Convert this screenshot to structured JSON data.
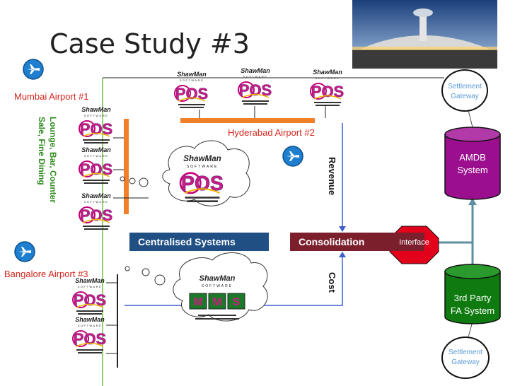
{
  "slide": {
    "title": "Case Study #3"
  },
  "airports": {
    "mumbai": "Mumbai Airport #1",
    "hyderabad": "Hyderabad Airport #2",
    "bangalore": "Bangalore Airport #3"
  },
  "mumbai_outlets": [
    "Lounge, Bar, Counter",
    "Sale, Fine Dining"
  ],
  "flows": {
    "revenue": "Revenue",
    "cost": "Cost"
  },
  "systems": {
    "centralised": "Centralised Systems",
    "consolidation": "Consolidation",
    "interface": "Interface",
    "amdb": [
      "AMDB",
      "System"
    ],
    "third_party": [
      "3rd Party",
      "FA System"
    ],
    "settlement_top": [
      "Settlement",
      "Gateway"
    ],
    "settlement_bottom": [
      "Settlement",
      "Gateway"
    ]
  },
  "logos": {
    "brand": "ShawMan",
    "sub": "SOFTWARE",
    "pos": "POS",
    "mms": "MMS"
  },
  "colors": {
    "accent_orange": "#f0802a",
    "line_blue": "#3a5fcd",
    "nav_blue": "#1f4f83",
    "consolidation_maroon": "#7b1f2c",
    "amdb_purple": "#9b0f8f",
    "fa_green": "#0e7a10",
    "interface_red": "#e3001b",
    "airport_red": "#d3261d",
    "outlet_green": "#2e8b1e"
  }
}
